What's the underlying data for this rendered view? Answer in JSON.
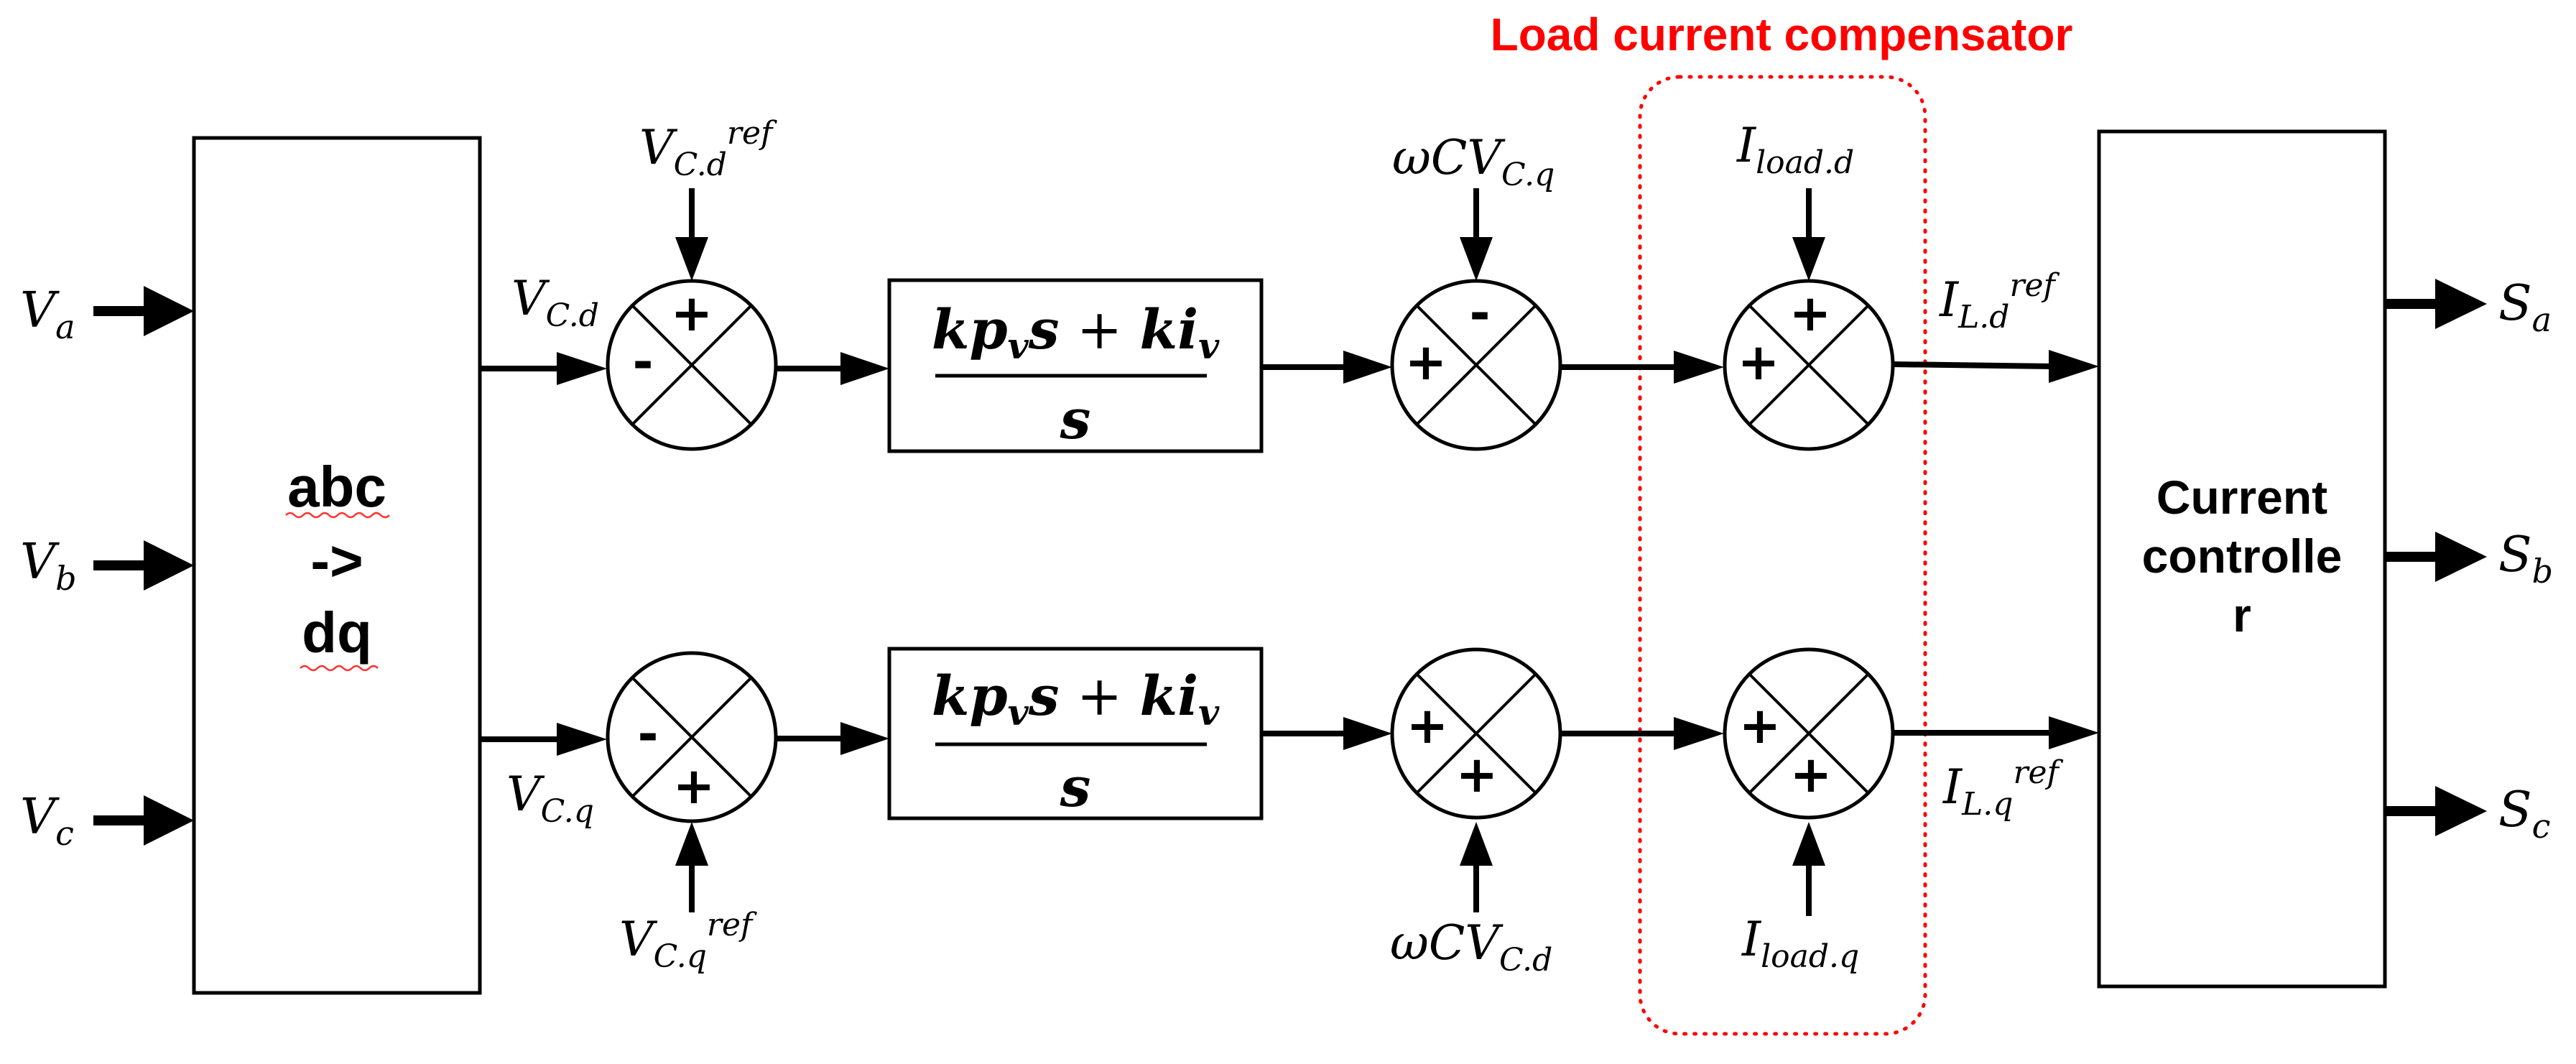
{
  "inputs": {
    "va": {
      "base": "V",
      "sub": "a"
    },
    "vb": {
      "base": "V",
      "sub": "b"
    },
    "vc": {
      "base": "V",
      "sub": "c"
    }
  },
  "abc_block": {
    "line1": "abc",
    "line2": "->",
    "line3": "dq"
  },
  "signals": {
    "vcd": {
      "base": "V",
      "sub": "C.d"
    },
    "vcq": {
      "base": "V",
      "sub": "C.q"
    },
    "vcd_ref": {
      "base": "V",
      "sub": "C.d",
      "sup": "ref"
    },
    "vcq_ref": {
      "base": "V",
      "sub": "C.q",
      "sup": "ref"
    },
    "wcv_cq": {
      "base": "ωCV",
      "sub": "C.q"
    },
    "wcv_cd": {
      "base": "ωCV",
      "sub": "C.d"
    },
    "iload_d": {
      "base": "I",
      "sub": "load.d"
    },
    "iload_q": {
      "base": "I",
      "sub": "load.q"
    },
    "ild_ref": {
      "base": "I",
      "sub": "L.d",
      "sup": "ref"
    },
    "ilq_ref": {
      "base": "I",
      "sub": "L.q",
      "sup": "ref"
    }
  },
  "pi_block": {
    "kp": "kp",
    "kp_sub": "v",
    "s": "s",
    "plus": " + ",
    "ki": "ki",
    "ki_sub": "v",
    "den": "s"
  },
  "summers": {
    "s1": {
      "top": "+",
      "left": "-",
      "right": "",
      "bottom": ""
    },
    "s2": {
      "top": "-",
      "left": "+",
      "right": "",
      "bottom": ""
    },
    "s3": {
      "top": "+",
      "left": "+",
      "right": "",
      "bottom": ""
    },
    "s4": {
      "top": "",
      "left": "-",
      "right": "",
      "bottom": "+"
    },
    "s5": {
      "top": "",
      "left": "+",
      "right": "",
      "bottom": "+"
    },
    "s6": {
      "top": "",
      "left": "+",
      "right": "",
      "bottom": "+"
    }
  },
  "compensator": {
    "label": "Load current compensator",
    "color": "#ff0000"
  },
  "current_controller": {
    "line1": "Current",
    "line2": "controlle",
    "line3": "r"
  },
  "outputs": {
    "sa": {
      "base": "S",
      "sub": "a"
    },
    "sb": {
      "base": "S",
      "sub": "b"
    },
    "sc": {
      "base": "S",
      "sub": "c"
    }
  }
}
